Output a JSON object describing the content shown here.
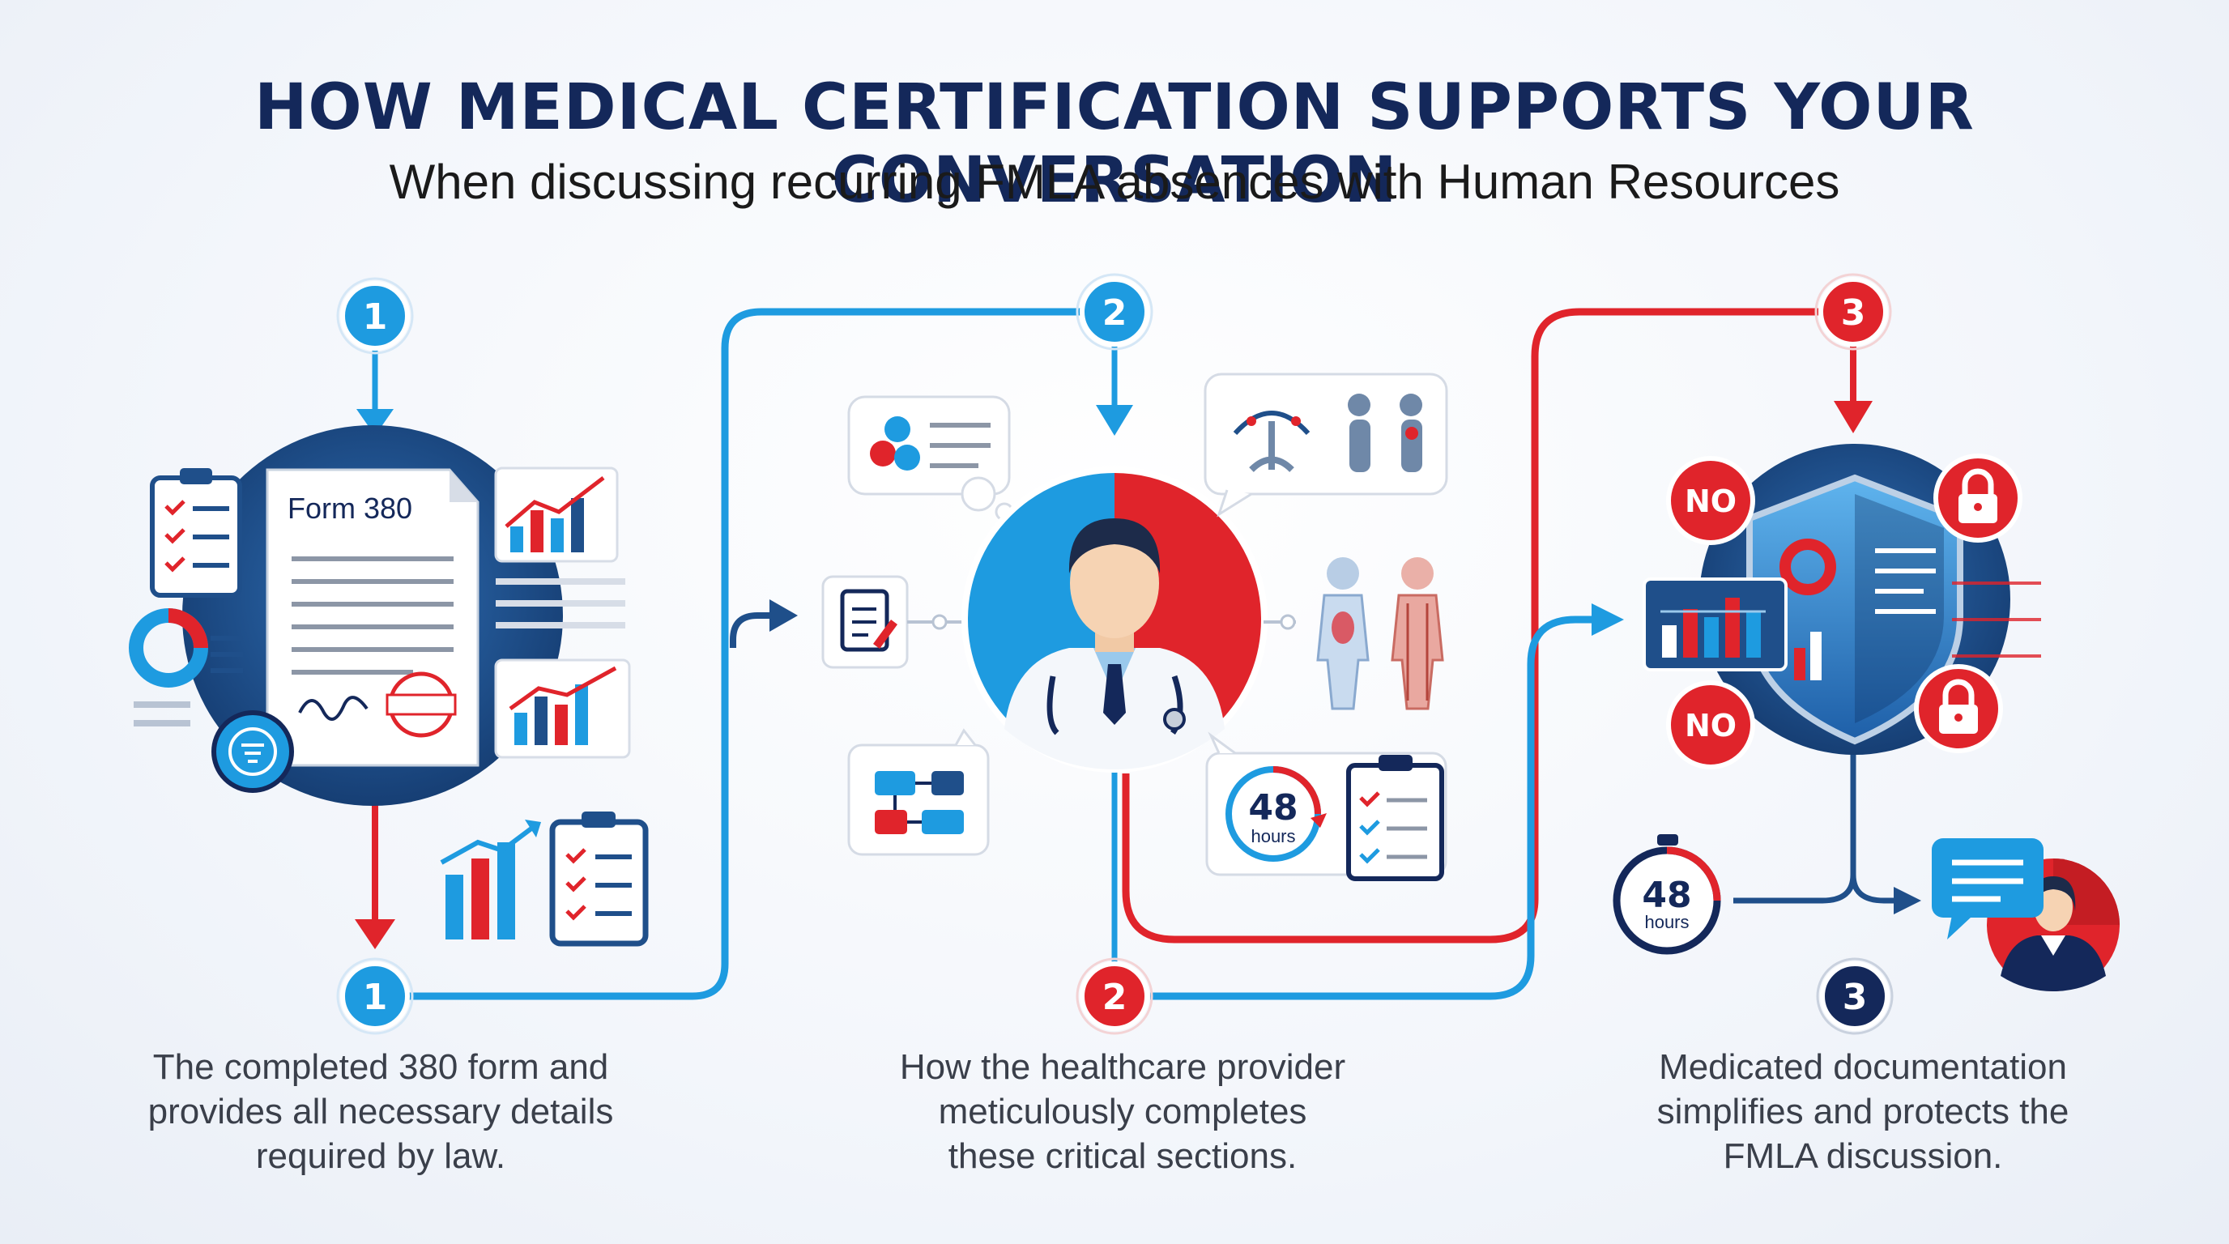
{
  "header": {
    "title": "HOW MEDICAL CERTIFICATION SUPPORTS YOUR CONVERSATION",
    "subtitle": "When discussing recurring FMLA absences with Human Resources"
  },
  "steps": [
    {
      "top_badge": "1",
      "bottom_badge": "1",
      "caption_lines": [
        "The completed 380 form and",
        "provides all necessary details",
        "required by law."
      ],
      "form_label": "Form 380"
    },
    {
      "top_badge": "2",
      "bottom_badge": "2",
      "caption_lines": [
        "How the healthcare provider",
        "meticulously completes",
        "these critical sections."
      ],
      "timer_value": "48",
      "timer_unit": "hours"
    },
    {
      "top_badge": "3",
      "bottom_badge": "3",
      "caption_lines": [
        "Medicated documentation",
        "simplifies and protects the",
        "FMLA discussion."
      ],
      "no_label_1": "NO",
      "no_label_2": "NO",
      "timer_value": "48",
      "timer_unit": "hours"
    }
  ],
  "colors": {
    "navy": "#14285a",
    "blue": "#1e9be0",
    "red": "#e0242b",
    "dark_blue": "#1f4f8a"
  },
  "icons": [
    "checklist-icon",
    "bar-chart-icon",
    "donut-chart-icon",
    "seal-icon",
    "doctor-icon",
    "anatomy-icon",
    "stopwatch-icon",
    "shield-icon",
    "lock-icon",
    "chat-bubble-icon",
    "hr-person-icon"
  ]
}
